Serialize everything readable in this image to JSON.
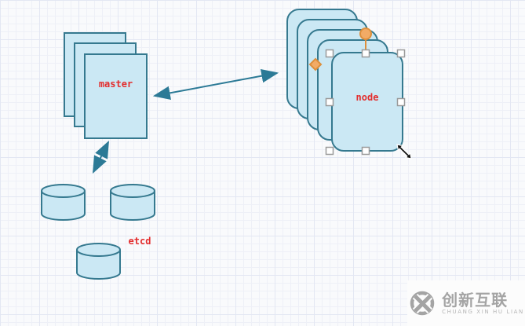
{
  "canvas": {
    "background": "#f9fafc",
    "grid_minor_color": "#eef0f7",
    "grid_major_color": "#e3e7f3"
  },
  "colors": {
    "shape_fill": "#cbe8f4",
    "shape_stroke": "#35798f",
    "arrow_stroke": "#2c7a96",
    "label_red": "#e32d2d",
    "handle_fill": "#ffffff",
    "handle_stroke": "#9a9a9a",
    "rotate_handle_fill": "#f2ab66",
    "rotate_handle_stroke": "#dd8f3c",
    "watermark_gray": "#a4a4a4"
  },
  "diagram": {
    "shapes": [
      {
        "id": "master",
        "label": "master",
        "type": "stacked-rectangles",
        "count": 3
      },
      {
        "id": "node",
        "label": "node",
        "type": "stacked-rounded-rectangles",
        "count": 5,
        "selected": true
      },
      {
        "id": "etcd",
        "label": "etcd",
        "type": "cylinders",
        "count": 3
      }
    ],
    "connectors": [
      {
        "from": "master",
        "to": "node",
        "style": "double-arrow"
      },
      {
        "from": "master",
        "to": "etcd",
        "style": "double-arrow"
      }
    ]
  },
  "watermark": {
    "brand_cn": "创新互联",
    "brand_en": "CHUANG XIN HU LIAN"
  }
}
